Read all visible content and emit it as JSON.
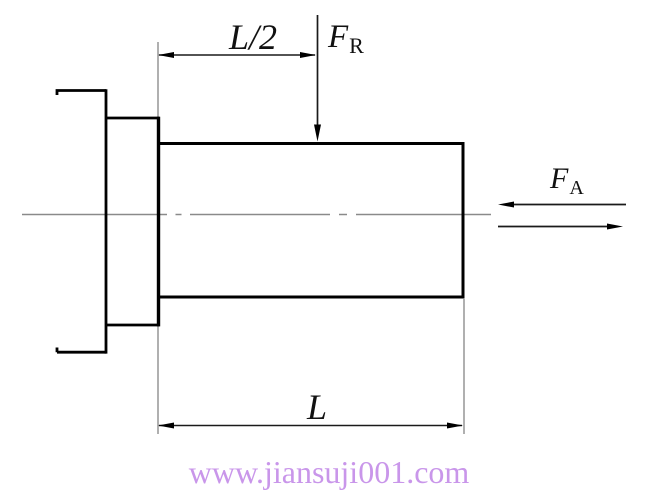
{
  "diagram": {
    "name": "shaft-force-diagram",
    "labels": {
      "half_span": "L/2",
      "span": "L",
      "radial_force": {
        "symbol": "F",
        "subscript": "R"
      },
      "axial_force": {
        "symbol": "F",
        "subscript": "A"
      }
    },
    "watermark": {
      "text": "www.jiansuji001.com",
      "color": "#c996ea"
    },
    "colors": {
      "outline": "#000000",
      "dimension_line": "#1a1a1a",
      "centerline": "#8a8a8a",
      "background": "#ffffff"
    }
  }
}
